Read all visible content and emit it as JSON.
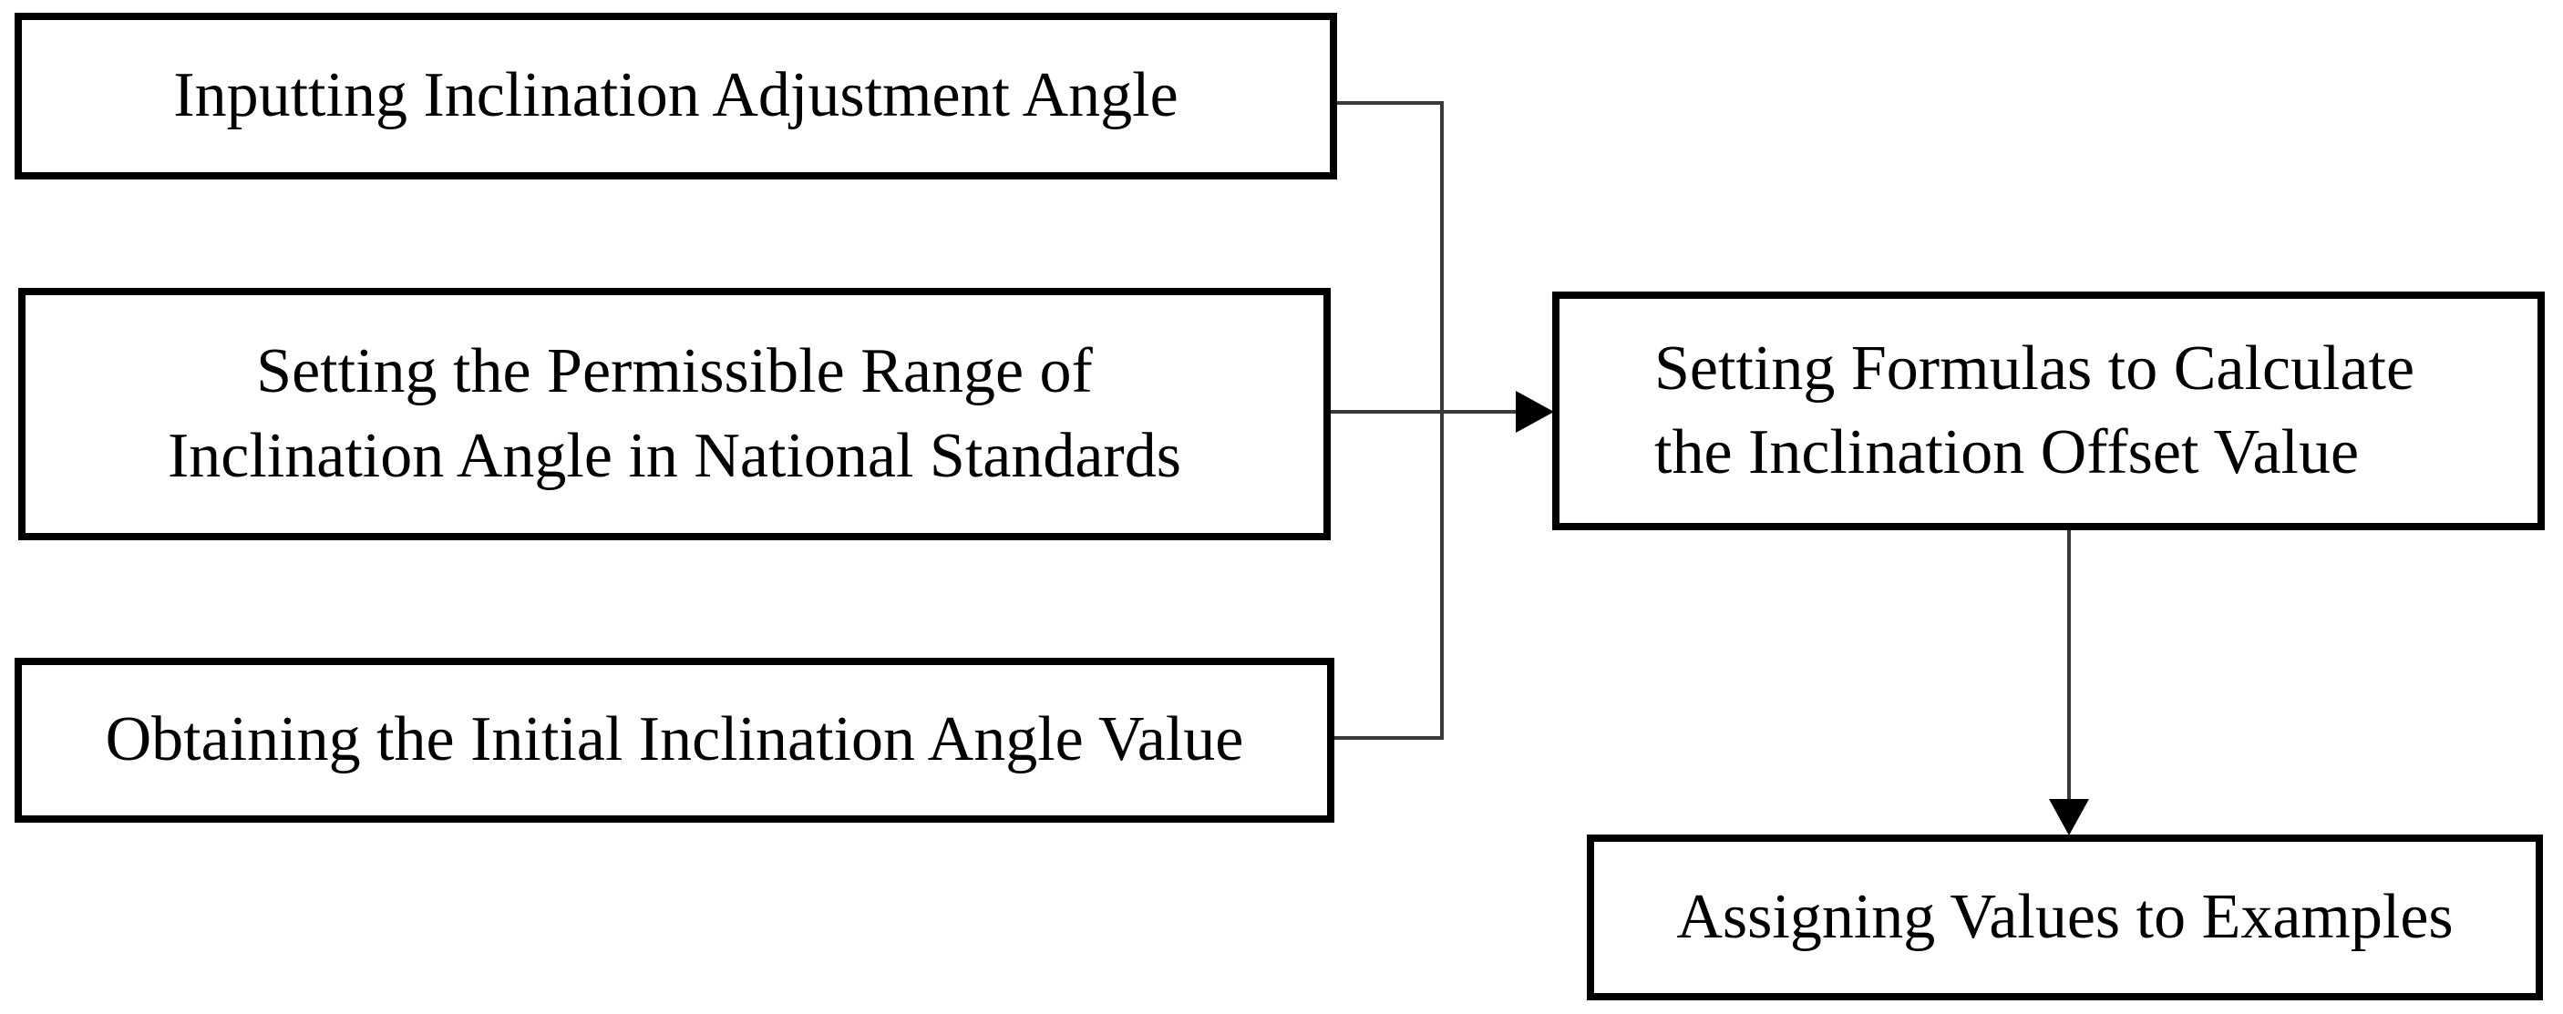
{
  "figure": {
    "type": "flowchart",
    "background_color": "#ffffff",
    "box_border_color": "#000000",
    "connector_color": "#3a3a3a",
    "arrowhead_color": "#000000",
    "text_color": "#000000",
    "boxes": {
      "input_angle": {
        "lines": [
          "Inputting Inclination Adjustment Angle"
        ]
      },
      "permissible_range": {
        "lines": [
          "Setting the Permissible Range of",
          "Inclination Angle in National Standards"
        ]
      },
      "initial_angle": {
        "lines": [
          "Obtaining the Initial Inclination Angle Value"
        ]
      },
      "formulas": {
        "lines": [
          "Setting Formulas to Calculate",
          "the Inclination Offset Value"
        ]
      },
      "assign_values": {
        "lines": [
          "Assigning Values to Examples"
        ]
      }
    },
    "flow": [
      "input_angle -> formulas",
      "permissible_range -> formulas",
      "initial_angle -> formulas",
      "formulas -> assign_values"
    ]
  }
}
